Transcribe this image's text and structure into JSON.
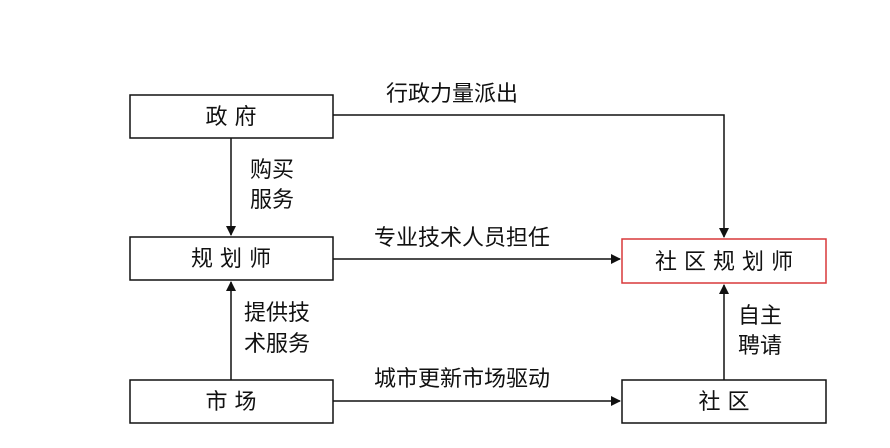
{
  "colors": {
    "stroke": "#111111",
    "highlight_border": "#d9383a",
    "fill": "#ffffff",
    "text": "#111111"
  },
  "nodes": {
    "government": "政 府",
    "planner": "规 划 师",
    "market": "市 场",
    "community_planner": "社 区 规 划 师",
    "community": "社 区"
  },
  "edges": {
    "gov_to_community_planner": "行政力量派出",
    "gov_to_planner": [
      "购买",
      "服务"
    ],
    "planner_to_community_planner": "专业技术人员担任",
    "market_to_planner": [
      "提供技",
      "术服务"
    ],
    "market_to_community": "城市更新市场驱动",
    "community_to_community_planner": [
      "自主",
      "聘请"
    ]
  }
}
